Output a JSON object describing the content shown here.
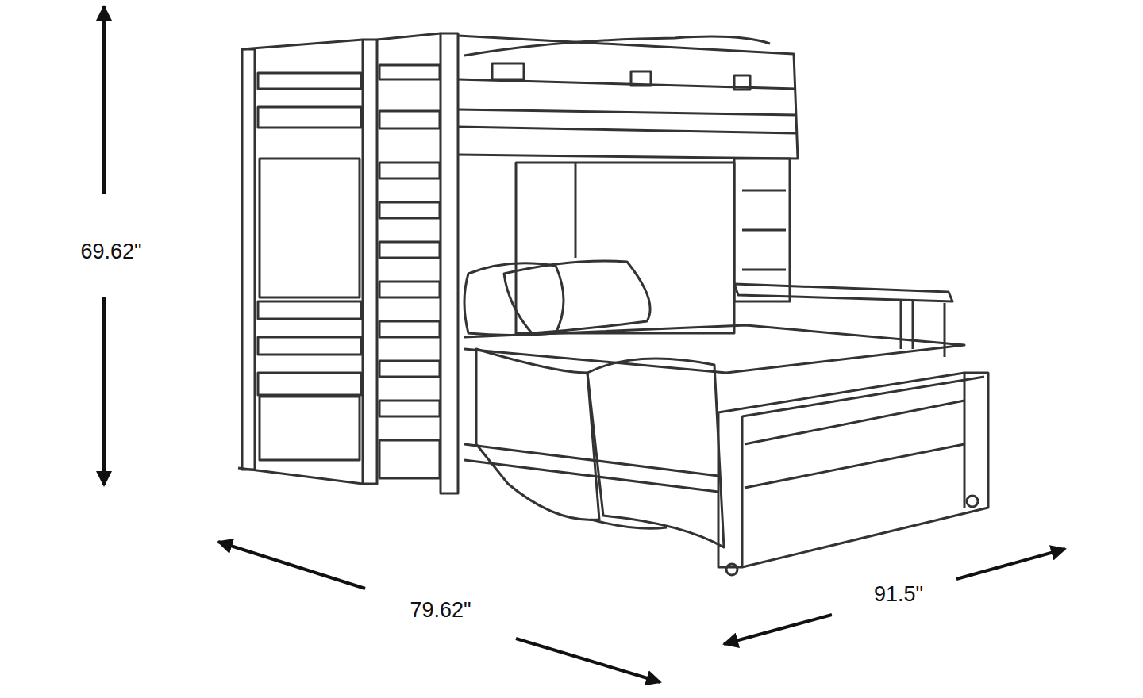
{
  "diagram": {
    "labels": [
      "69.62\"",
      "79.62\"",
      "91.5\""
    ]
  }
}
